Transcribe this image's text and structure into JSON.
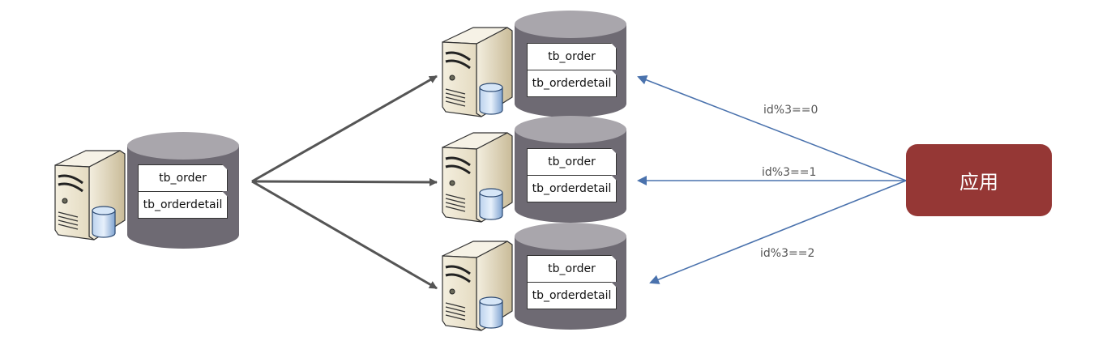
{
  "diagram": {
    "source_node": {
      "tables": [
        "tb_order",
        "tb_orderdetail"
      ]
    },
    "shard_nodes": [
      {
        "tables": [
          "tb_order",
          "tb_orderdetail"
        ],
        "condition": "id%3==0"
      },
      {
        "tables": [
          "tb_order",
          "tb_orderdetail"
        ],
        "condition": "id%3==1"
      },
      {
        "tables": [
          "tb_order",
          "tb_orderdetail"
        ],
        "condition": "id%3==2"
      }
    ],
    "app": {
      "label": "应用"
    },
    "colors": {
      "db_body": "#6e6a73",
      "db_top": "#a9a6ac",
      "split_arrow": "#555555",
      "route_arrow": "#4a72ad",
      "app_fill": "#953735"
    }
  }
}
